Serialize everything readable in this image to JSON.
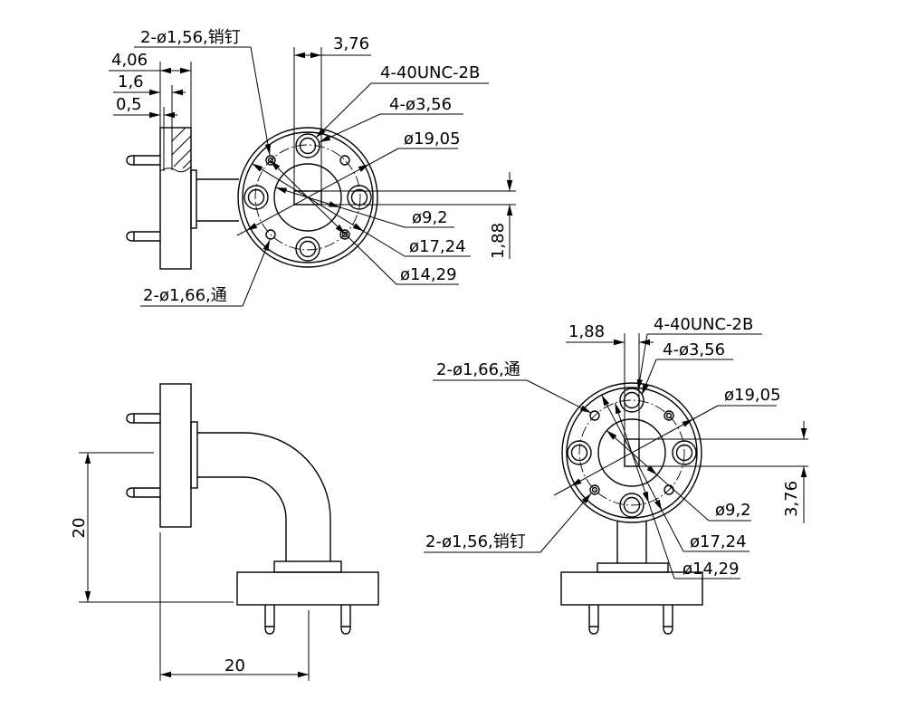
{
  "colors": {
    "line": "#000000",
    "background": "#ffffff"
  },
  "top_view": {
    "pin_label": "2-ø1,56,销钉",
    "aperture_width": "3,76",
    "flange_thickness": "4,06",
    "step_depth": "1,6",
    "lip_depth": "0,5",
    "thread_label": "4-40UNC-2B",
    "bolt_hole_label": "4-ø3,56",
    "outer_diameter": "ø19,05",
    "bore_diameter": "ø9,2",
    "aperture_height": "1,88",
    "ring_diameter": "ø17,24",
    "hole_circle_diameter": "ø14,29",
    "through_hole_label": "2-ø1,66,通"
  },
  "side_view": {
    "vertical_dim": "20",
    "horizontal_dim": "20"
  },
  "end_view": {
    "aperture_height": "1,88",
    "thread_label": "4-40UNC-2B",
    "bolt_hole_label": "4-ø3,56",
    "through_hole_label": "2-ø1,66,通",
    "outer_diameter": "ø19,05",
    "aperture_width": "3,76",
    "bore_diameter": "ø9,2",
    "pin_label": "2-ø1,56,销钉",
    "ring_diameter": "ø17,24",
    "hole_circle_diameter": "ø14,29"
  }
}
